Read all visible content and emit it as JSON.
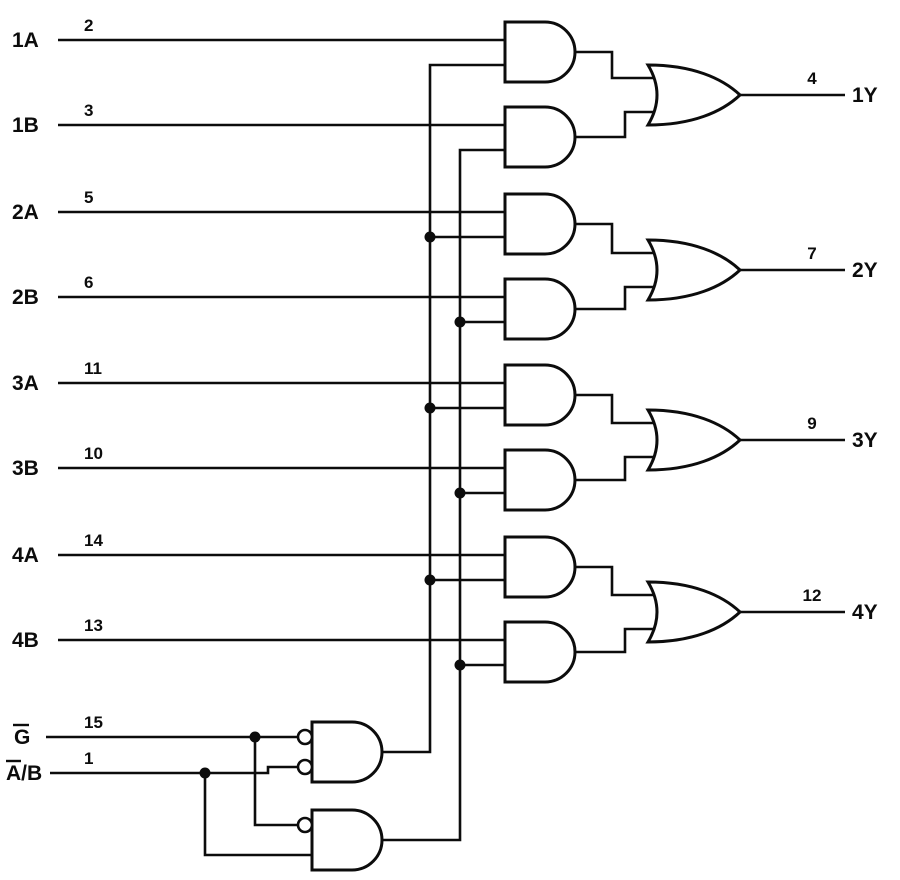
{
  "inputs": [
    {
      "label": "1A",
      "pin": "2"
    },
    {
      "label": "1B",
      "pin": "3"
    },
    {
      "label": "2A",
      "pin": "5"
    },
    {
      "label": "2B",
      "pin": "6"
    },
    {
      "label": "3A",
      "pin": "11"
    },
    {
      "label": "3B",
      "pin": "10"
    },
    {
      "label": "4A",
      "pin": "14"
    },
    {
      "label": "4B",
      "pin": "13"
    },
    {
      "label": "G",
      "pin": "15",
      "overline": "full"
    },
    {
      "label": "A/B",
      "pin": "1",
      "overline": "first-char"
    }
  ],
  "outputs": [
    {
      "label": "1Y",
      "pin": "4"
    },
    {
      "label": "2Y",
      "pin": "7"
    },
    {
      "label": "3Y",
      "pin": "9"
    },
    {
      "label": "4Y",
      "pin": "12"
    }
  ],
  "colors": {
    "ink": "#0c0c0c",
    "background": "#ffffff"
  }
}
